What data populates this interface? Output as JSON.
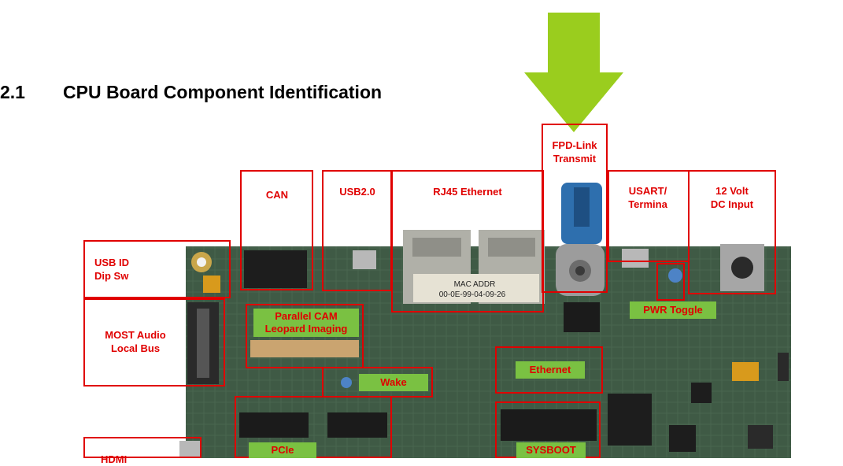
{
  "section": {
    "number": "2.1",
    "title": "CPU Board Component Identification"
  },
  "colors": {
    "label_red": "#e00000",
    "arrow_green": "#9acd1e",
    "tag_green": "#7ac142",
    "board": "#3f5a45"
  },
  "labels": {
    "can": "CAN",
    "usb20": "USB2.0",
    "rj45": "RJ45 Ethernet",
    "fpd_link": "FPD-Link\nTransmit",
    "usart": "USART/\nTermina",
    "dc_input": "12 Volt\nDC Input",
    "usb_id": "USB ID\nDip Sw",
    "most_audio": "MOST Audio\nLocal Bus",
    "parallel_cam": "Parallel CAM\nLeopard Imaging",
    "pwr_toggle": "PWR Toggle",
    "ethernet": "Ethernet",
    "wake": "Wake",
    "pcie": "PCIe",
    "sysboot": "SYSBOOT",
    "hdmi": "HDMI"
  },
  "board_print": {
    "mac_line1": "MAC ADDR",
    "mac_line2": "00-0E-99-04-09-26"
  }
}
